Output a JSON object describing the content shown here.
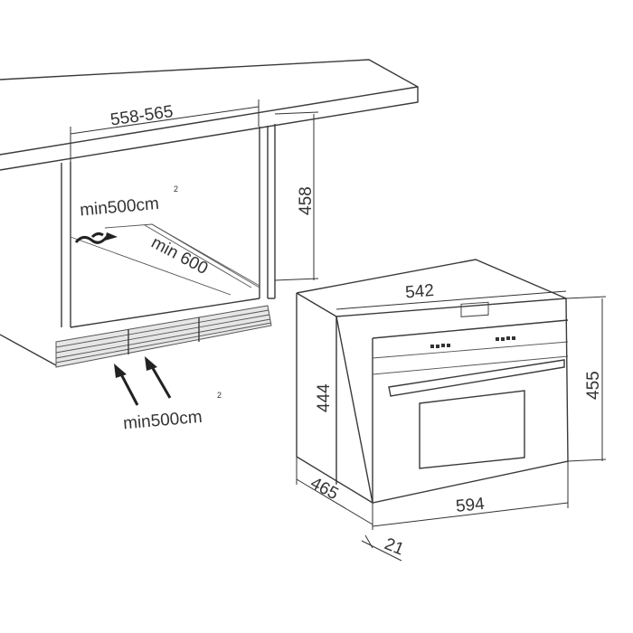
{
  "cabinet": {
    "width_label": "558-565",
    "height_label": "458",
    "vent_top_label": "min500cm",
    "vent_top_sup": "2",
    "depth_label": "min 600",
    "vent_bottom_label": "min500cm",
    "vent_bottom_sup": "2"
  },
  "oven": {
    "width_inner_label": "542",
    "height_inner_label": "444",
    "height_outer_label": "455",
    "depth_label": "465",
    "width_outer_label": "594",
    "front_depth_label": "21"
  }
}
